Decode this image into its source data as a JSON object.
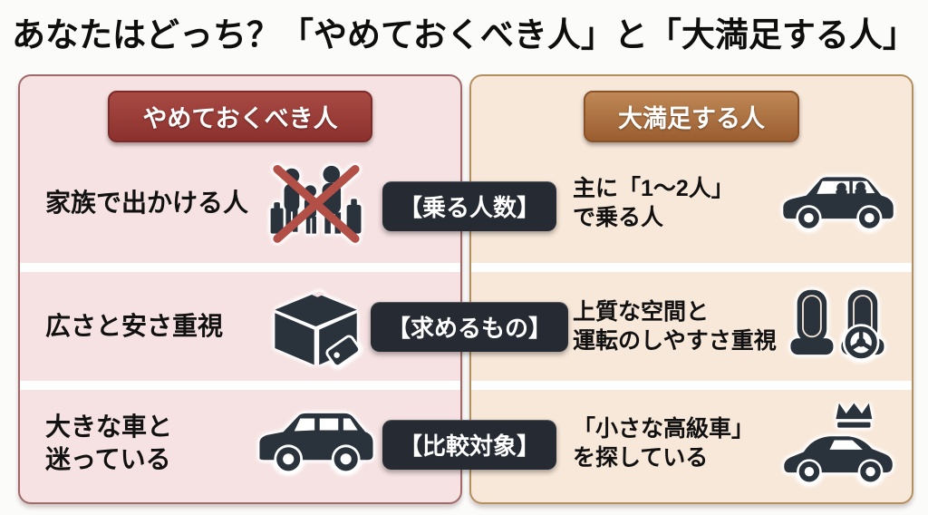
{
  "title": "あなたはどっち？「やめておくべき人」と「大満足する人」",
  "left_panel": {
    "badge": "やめておくべき人",
    "rows": [
      {
        "icon": "family-crossed-icon",
        "lines": [
          "家族で出かける人",
          ""
        ]
      },
      {
        "icon": "box-tag-icon",
        "lines": [
          "広さと安さ重視",
          ""
        ]
      },
      {
        "icon": "suv-icon",
        "lines": [
          "大きな車と",
          "迷っている"
        ]
      }
    ]
  },
  "right_panel": {
    "badge": "大満足する人",
    "rows": [
      {
        "icon": "small-car-icon",
        "lines": [
          "主に「1〜2人」",
          "で乗る人"
        ]
      },
      {
        "icon": "car-seats-icon",
        "lines": [
          "上質な空間と",
          "運転のしやすさ重視"
        ]
      },
      {
        "icon": "luxury-car-crown-icon",
        "lines": [
          "「小さな高級車」",
          "を探している"
        ]
      }
    ]
  },
  "center_labels": [
    "【乗る人数】",
    "【求めるもの】",
    "【比較対象】"
  ],
  "colors": {
    "left_panel_bg": "#f6e2e2",
    "left_panel_border": "#a06a6a",
    "left_badge": "#9c3b38",
    "right_panel_bg": "#f8e8d9",
    "right_panel_border": "#b3905f",
    "right_badge": "#a96f3f",
    "center_label_bg": "#262b33",
    "icon_ink": "#2a323c",
    "cross_red": "#b25047",
    "text_ink": "#111111"
  }
}
